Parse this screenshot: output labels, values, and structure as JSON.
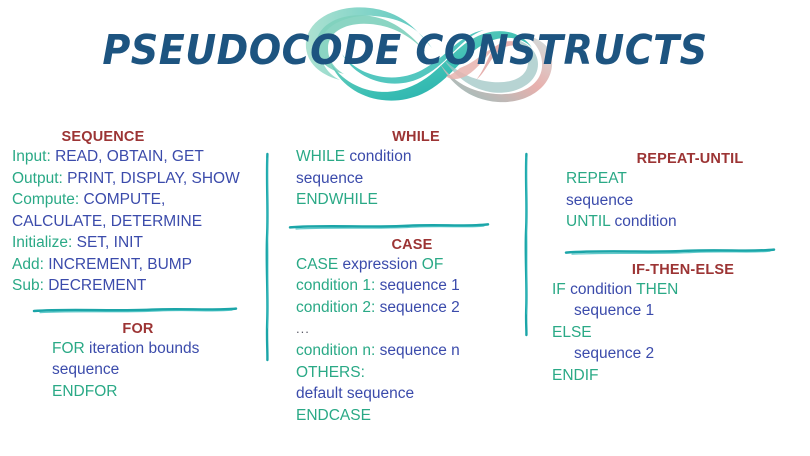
{
  "title": "PSEUDOCODE CONSTRUCTS",
  "colors": {
    "title": "#1d5480",
    "header": "#9c3434",
    "keyword": "#2aa986",
    "text": "#3b4bab",
    "brush_teal": "#1ba5a8",
    "brush_mint": "#7fd4c0",
    "brush_pink": "#e0a3a3",
    "background": "#ffffff"
  },
  "columns": {
    "left": {
      "blocks": [
        {
          "id": "sequence",
          "header": "SEQUENCE",
          "lines": [
            {
              "kw": "Input:",
              "text": " READ, OBTAIN, GET"
            },
            {
              "kw": "Output:",
              "text": " PRINT, DISPLAY, SHOW"
            },
            {
              "kw": "Compute:",
              "text": " COMPUTE,"
            },
            {
              "kw": "",
              "text": "CALCULATE, DETERMINE"
            },
            {
              "kw": "Initialize:",
              "text": " SET, INIT"
            },
            {
              "kw": "Add:",
              "text": " INCREMENT, BUMP"
            },
            {
              "kw": "Sub:",
              "text": " DECREMENT"
            }
          ]
        },
        {
          "id": "for",
          "header": "FOR",
          "lines": [
            {
              "kw": "FOR",
              "text": " iteration bounds"
            },
            {
              "kw": "",
              "text": "sequence"
            },
            {
              "kw": "ENDFOR",
              "text": ""
            }
          ]
        }
      ]
    },
    "middle": {
      "blocks": [
        {
          "id": "while",
          "header": "WHILE",
          "lines": [
            {
              "kw": "WHILE",
              "text": " condition"
            },
            {
              "kw": "",
              "text": "sequence"
            },
            {
              "kw": "ENDWHILE",
              "text": ""
            }
          ]
        },
        {
          "id": "case",
          "header": "CASE",
          "lines": [
            {
              "kw": "CASE",
              "text": " expression ",
              "kw2": "OF"
            },
            {
              "kw": "condition 1:",
              "text": " sequence 1"
            },
            {
              "kw": "condition 2:",
              "text": " sequence 2"
            },
            {
              "ellipsis": "..."
            },
            {
              "kw": "condition n:",
              "text": " sequence n"
            },
            {
              "kw": "OTHERS:",
              "text": ""
            },
            {
              "kw": "",
              "text": "default sequence"
            },
            {
              "kw": "ENDCASE",
              "text": ""
            }
          ]
        }
      ]
    },
    "right": {
      "blocks": [
        {
          "id": "repeat-until",
          "header": "REPEAT-UNTIL",
          "lines": [
            {
              "kw": "REPEAT",
              "text": ""
            },
            {
              "kw": "",
              "text": "sequence"
            },
            {
              "kw": "UNTIL",
              "text": " condition"
            }
          ]
        },
        {
          "id": "if-then-else",
          "header": "IF-THEN-ELSE",
          "lines": [
            {
              "kw": "IF",
              "text": " condition ",
              "kw2": "THEN"
            },
            {
              "kw": "",
              "text": "sequence 1",
              "indent": true
            },
            {
              "kw": "ELSE",
              "text": ""
            },
            {
              "kw": "",
              "text": "sequence 2",
              "indent": true
            },
            {
              "kw": "ENDIF",
              "text": ""
            }
          ]
        }
      ]
    }
  }
}
